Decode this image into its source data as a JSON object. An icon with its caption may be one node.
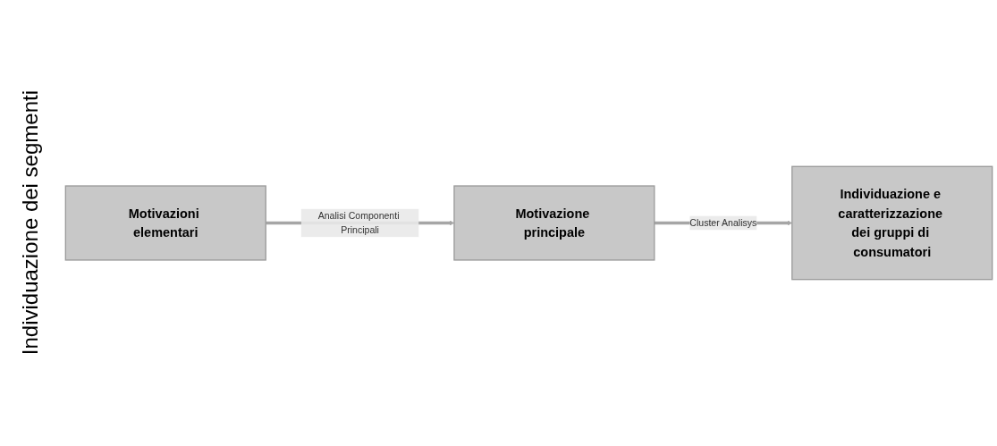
{
  "diagram": {
    "title": "Individuazione dei segmenti",
    "nodes": [
      {
        "text": [
          "Motivazioni elementari"
        ]
      },
      {
        "text": [
          "Motivazione principale"
        ]
      },
      {
        "text": [
          "Individuazione e caratterizzazione dei gruppi di consumatori"
        ]
      }
    ],
    "edges": [
      {
        "from": 0,
        "to": 1,
        "arrow": "to",
        "label": "Analisi Componenti Principali"
      },
      {
        "from": 1,
        "to": 2,
        "arrow": "to",
        "label": "Cluster Analisys"
      }
    ]
  }
}
